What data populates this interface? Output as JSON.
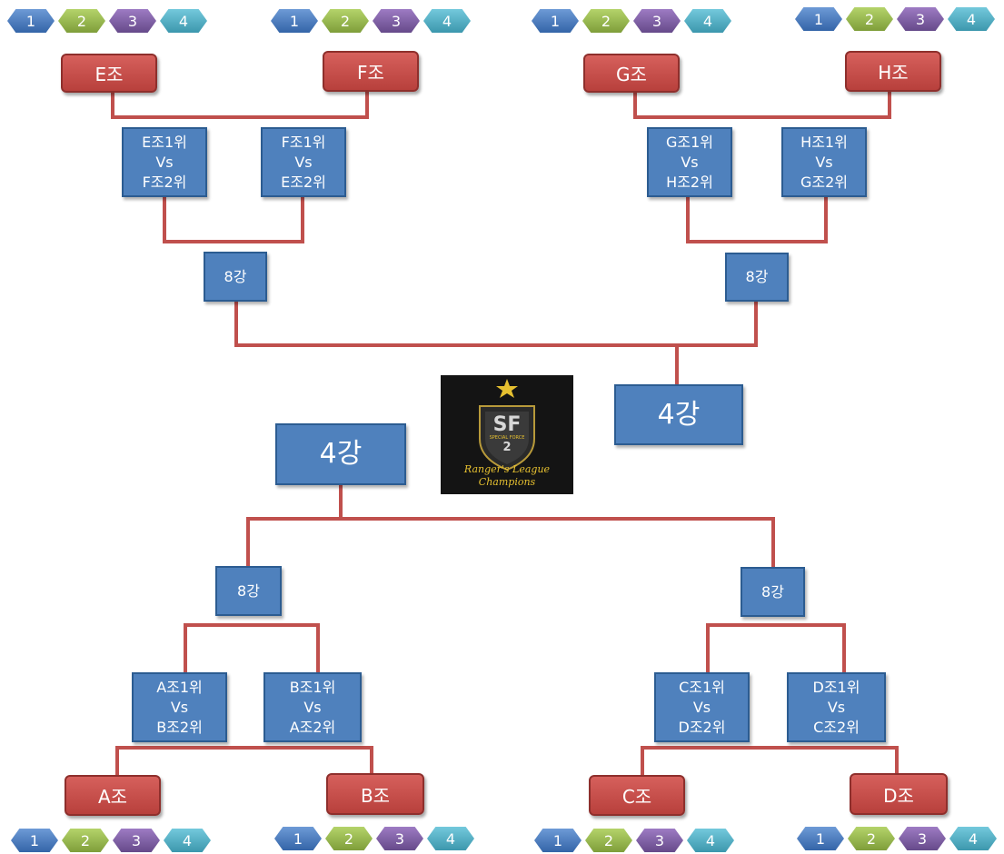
{
  "pill_labels": [
    "1",
    "2",
    "3",
    "4"
  ],
  "groups": {
    "a": "A조",
    "b": "B조",
    "c": "C조",
    "d": "D조",
    "e": "E조",
    "f": "F조",
    "g": "G조",
    "h": "H조"
  },
  "matches": {
    "ef1": [
      "E조1위",
      "Vs",
      "F조2위"
    ],
    "ef2": [
      "F조1위",
      "Vs",
      "E조2위"
    ],
    "gh1": [
      "G조1위",
      "Vs",
      "H조2위"
    ],
    "gh2": [
      "H조1위",
      "Vs",
      "G조2위"
    ],
    "ab1": [
      "A조1위",
      "Vs",
      "B조2위"
    ],
    "ab2": [
      "B조1위",
      "Vs",
      "A조2위"
    ],
    "cd1": [
      "C조1위",
      "Vs",
      "D조2위"
    ],
    "cd2": [
      "D조1위",
      "Vs",
      "C조2위"
    ]
  },
  "round8_label": "8강",
  "round4_label": "4강",
  "logo": {
    "emblem": "SF",
    "emblem_sub": "SPECIAL FORCE",
    "emblem_num": "2",
    "line1": "Ranger's League",
    "line2": "Champions"
  },
  "colors": {
    "group_box": "#c0504d",
    "match_box": "#4f81bd",
    "connector": "#c0504d",
    "logo_text": "#e6c030"
  }
}
